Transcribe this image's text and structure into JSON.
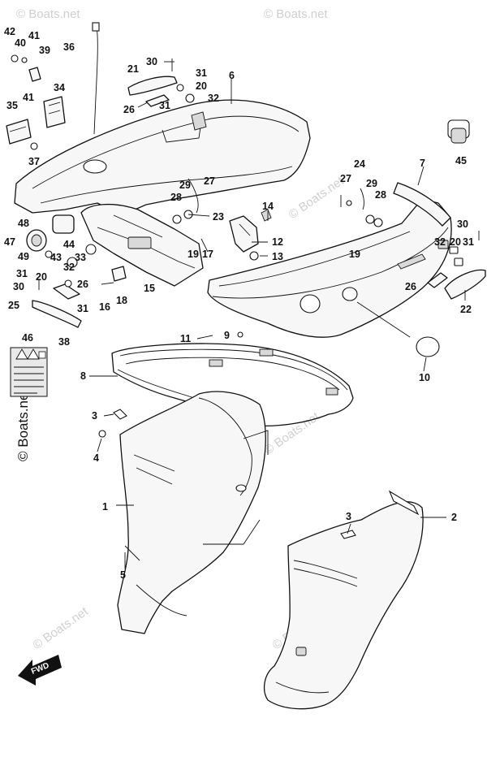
{
  "watermark": "© Boats.net",
  "fwd_label": "FWD",
  "callouts": {
    "p1": "1",
    "p2": "2",
    "p3a": "3",
    "p3b": "3",
    "p4": "4",
    "p5": "5",
    "p6": "6",
    "p7": "7",
    "p8": "8",
    "p9": "9",
    "p10": "10",
    "p11": "11",
    "p12": "12",
    "p13": "13",
    "p14": "14",
    "p15": "15",
    "p16": "16",
    "p17": "17",
    "p18": "18",
    "p19a": "19",
    "p19b": "19",
    "p20a": "20",
    "p20b": "20",
    "p20c": "20",
    "p21": "21",
    "p22": "22",
    "p23": "23",
    "p24": "24",
    "p25": "25",
    "p26a": "26",
    "p26b": "26",
    "p26c": "26",
    "p27a": "27",
    "p27b": "27",
    "p28a": "28",
    "p28b": "28",
    "p29a": "29",
    "p29b": "29",
    "p30a": "30",
    "p30b": "30",
    "p30c": "30",
    "p31a": "31",
    "p31b": "31",
    "p31c": "31",
    "p31d": "31",
    "p31e": "31",
    "p32a": "32",
    "p32b": "32",
    "p32c": "32",
    "p33": "33",
    "p34": "34",
    "p35": "35",
    "p36": "36",
    "p37": "37",
    "p38": "38",
    "p39": "39",
    "p40": "40",
    "p41a": "41",
    "p41b": "41",
    "p42": "42",
    "p43": "43",
    "p44": "44",
    "p45": "45",
    "p46": "46",
    "p47": "47",
    "p48": "48",
    "p49": "49"
  }
}
